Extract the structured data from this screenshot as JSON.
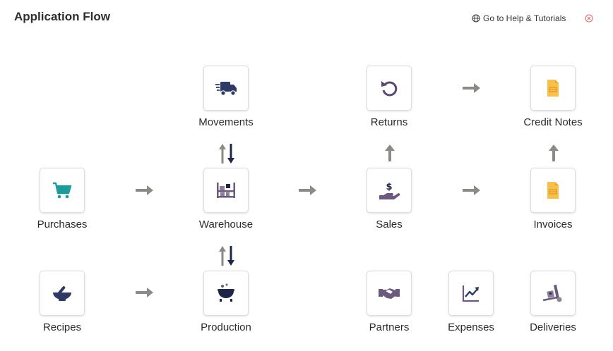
{
  "header": {
    "title": "Application Flow",
    "help_label": "Go to Help & Tutorials",
    "help_icon": "globe-icon",
    "close_icon": "close-circle-icon"
  },
  "colors": {
    "navy": "#2e3a63",
    "purple": "#6b5a7d",
    "teal": "#1e9a9a",
    "yellow": "#f7c04a",
    "arrow_gray": "#8a8a86"
  },
  "nodes": {
    "movements": {
      "label": "Movements",
      "icon": "truck-icon"
    },
    "returns": {
      "label": "Returns",
      "icon": "undo-icon"
    },
    "credit_notes": {
      "label": "Credit Notes",
      "icon": "document-icon"
    },
    "purchases": {
      "label": "Purchases",
      "icon": "cart-icon"
    },
    "warehouse": {
      "label": "Warehouse",
      "icon": "shelves-icon"
    },
    "sales": {
      "label": "Sales",
      "icon": "hand-dollar-icon"
    },
    "invoices": {
      "label": "Invoices",
      "icon": "document-icon"
    },
    "recipes": {
      "label": "Recipes",
      "icon": "mortar-pestle-icon"
    },
    "production": {
      "label": "Production",
      "icon": "cauldron-icon"
    },
    "partners": {
      "label": "Partners",
      "icon": "handshake-icon"
    },
    "expenses": {
      "label": "Expenses",
      "icon": "chart-up-icon"
    },
    "deliveries": {
      "label": "Deliveries",
      "icon": "dolly-icon"
    }
  }
}
